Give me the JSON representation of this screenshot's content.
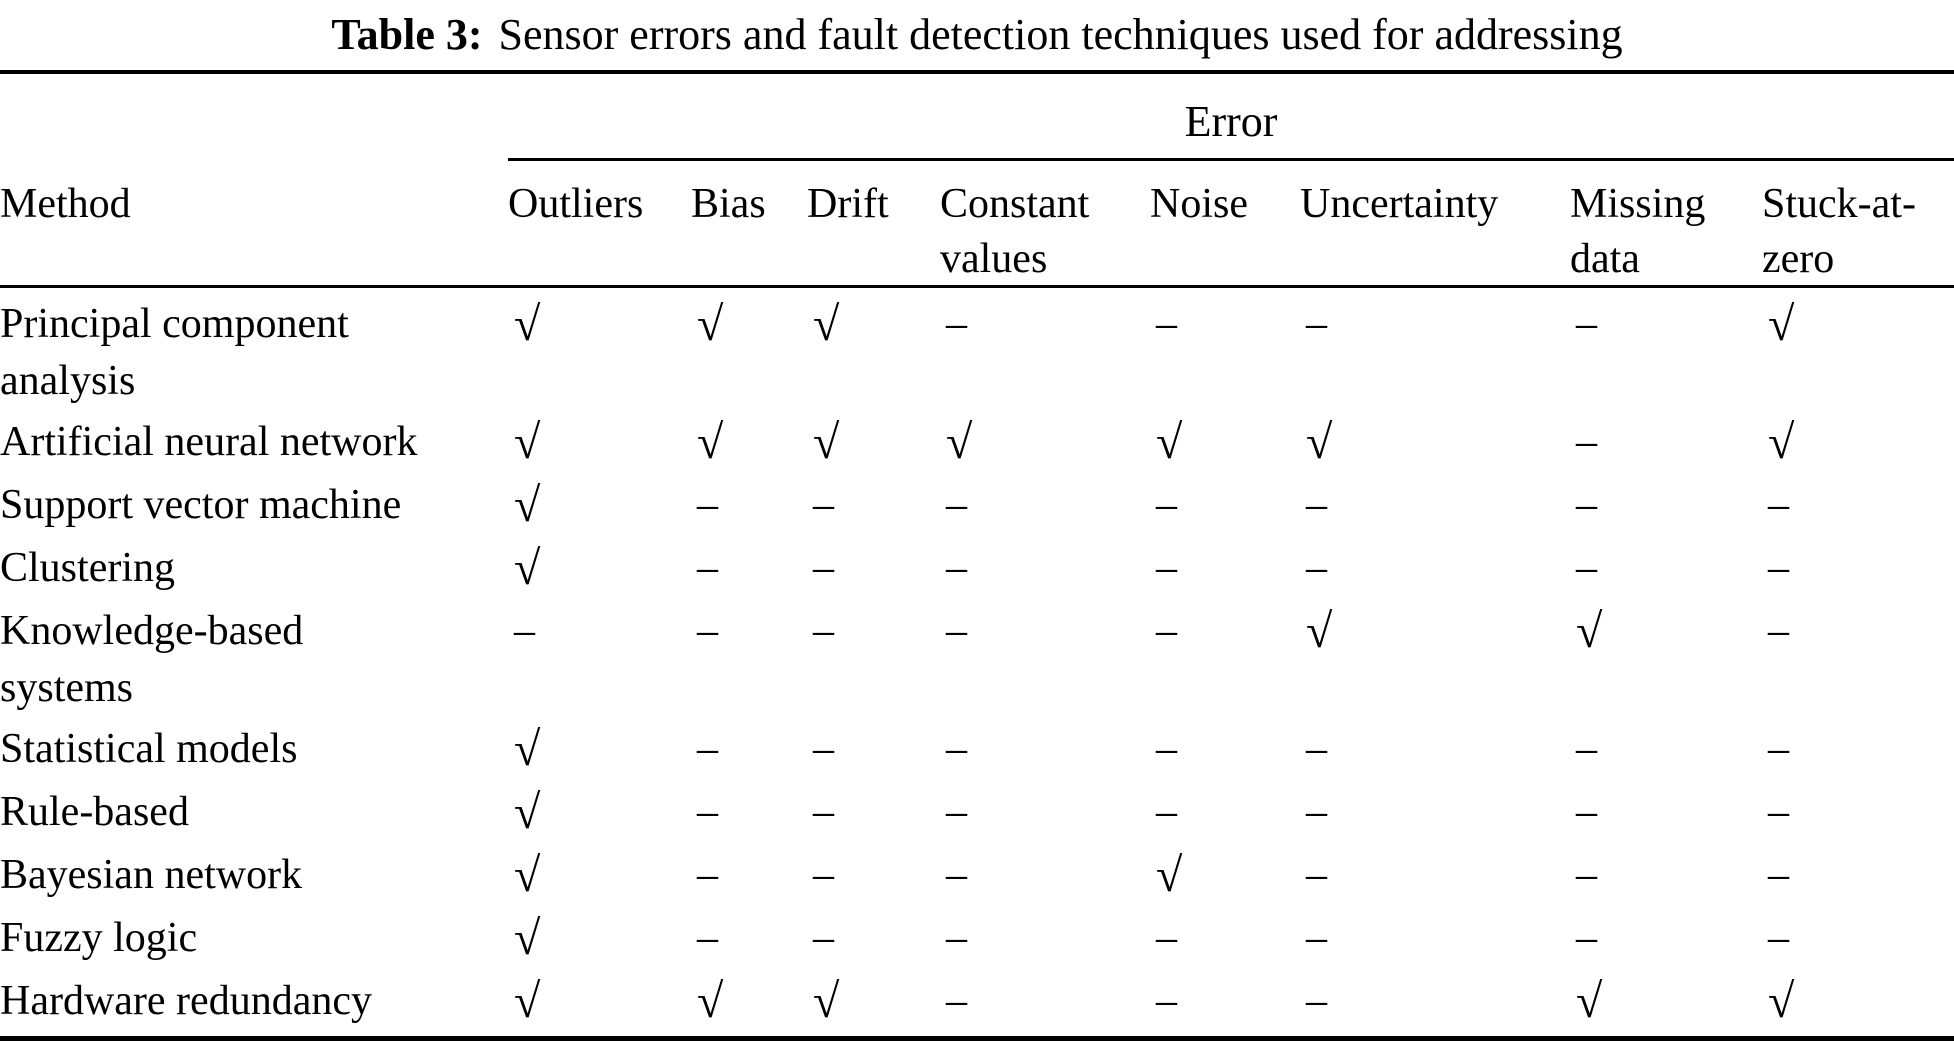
{
  "caption": {
    "label": "Table 3:",
    "text": "Sensor errors and fault detection techniques used for addressing"
  },
  "table": {
    "group_header": "Error",
    "method_header": "Method",
    "error_columns": [
      "Outliers",
      "Bias",
      "Drift",
      "Constant\nvalues",
      "Noise",
      "Uncertainty",
      "Missing\ndata",
      "Stuck-at-\nzero"
    ],
    "symbols": {
      "check": "√",
      "dash": "–"
    },
    "rows": [
      {
        "method": "Principal component\nanalysis",
        "marks": [
          "check",
          "check",
          "check",
          "dash",
          "dash",
          "dash",
          "dash",
          "check"
        ]
      },
      {
        "method": "Artificial neural network",
        "marks": [
          "check",
          "check",
          "check",
          "check",
          "check",
          "check",
          "dash",
          "check"
        ]
      },
      {
        "method": "Support vector machine",
        "marks": [
          "check",
          "dash",
          "dash",
          "dash",
          "dash",
          "dash",
          "dash",
          "dash"
        ]
      },
      {
        "method": "Clustering",
        "marks": [
          "check",
          "dash",
          "dash",
          "dash",
          "dash",
          "dash",
          "dash",
          "dash"
        ]
      },
      {
        "method": "Knowledge-based\nsystems",
        "marks": [
          "dash",
          "dash",
          "dash",
          "dash",
          "dash",
          "check",
          "check",
          "dash"
        ]
      },
      {
        "method": "Statistical models",
        "marks": [
          "check",
          "dash",
          "dash",
          "dash",
          "dash",
          "dash",
          "dash",
          "dash"
        ]
      },
      {
        "method": "Rule-based",
        "marks": [
          "check",
          "dash",
          "dash",
          "dash",
          "dash",
          "dash",
          "dash",
          "dash"
        ]
      },
      {
        "method": "Bayesian network",
        "marks": [
          "check",
          "dash",
          "dash",
          "dash",
          "check",
          "dash",
          "dash",
          "dash"
        ]
      },
      {
        "method": "Fuzzy logic",
        "marks": [
          "check",
          "dash",
          "dash",
          "dash",
          "dash",
          "dash",
          "dash",
          "dash"
        ]
      },
      {
        "method": "Hardware redundancy",
        "marks": [
          "check",
          "check",
          "check",
          "dash",
          "dash",
          "dash",
          "check",
          "check"
        ]
      }
    ]
  }
}
